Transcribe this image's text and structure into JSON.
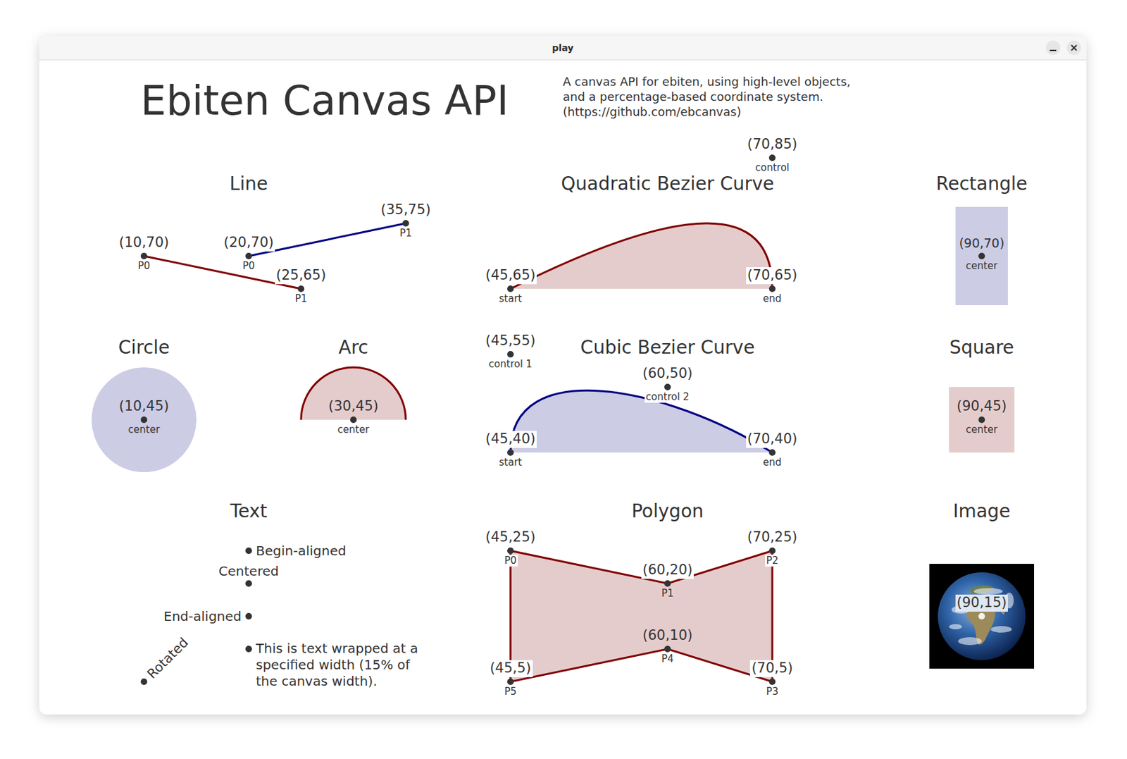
{
  "diagram": {
    "title": "Ebiten Canvas API",
    "nodes": [
      {
        "text": [
          "Rectangle",
          "(90,70)",
          "center"
        ]
      },
      {
        "text": [
          "Circle",
          "(10,45)",
          "center"
        ]
      },
      {
        "text": [
          "Arc",
          "(30,45)",
          "center"
        ]
      },
      {
        "text": [
          "Square",
          "(90,45)",
          "center"
        ]
      },
      {
        "text": [
          "Polygon",
          "(45,25)",
          "P0",
          "(60,20)",
          "P1",
          "(70,25)",
          "P2",
          "(70,5)",
          "P3",
          "(60,10)",
          "P4",
          "(45,5)",
          "P5"
        ]
      },
      {
        "text": [
          "Image",
          "(90,15)"
        ]
      }
    ],
    "labels": [
      "play",
      "A canvas API for ebiten, using high-level objects, and a percentage-based coordinate system. (https://github.com/ebcanvas)",
      "Line",
      "(10,70)",
      "P0",
      "(25,65)",
      "P1",
      "(20,70)",
      "P0",
      "(35,75)",
      "P1",
      "Quadratic Bezier Curve",
      "(70,85)",
      "control",
      "(45,65)",
      "start",
      "(70,65)",
      "end",
      "Cubic Bezier Curve",
      "(45,55)",
      "control 1",
      "(60,50)",
      "control 2",
      "(45,40)",
      "start",
      "(70,40)",
      "end",
      "Text",
      "Begin-aligned",
      "Centered",
      "End-aligned",
      "Rotated",
      "This is text wrapped at a specified width (15% of the canvas width)."
    ]
  }
}
